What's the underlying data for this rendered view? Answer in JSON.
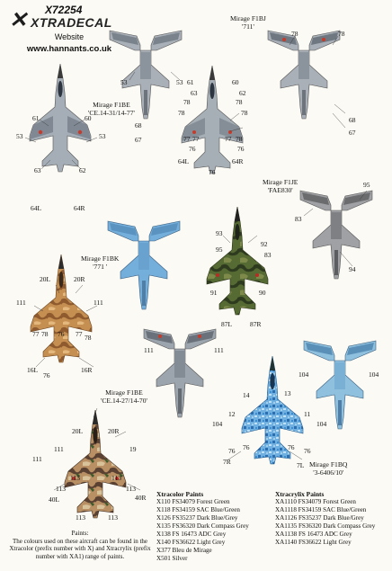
{
  "header": {
    "product_code": "X72254",
    "brand": "XTRADECAL",
    "website_label": "Website",
    "website_url": "www.hannants.co.uk"
  },
  "aircraft": [
    {
      "id": "f1be_top",
      "title": "Mirage F1BE",
      "subtitle": "'CE.14-31/14-77'",
      "colors": {
        "main": "#a5aeb7",
        "accent": "#6f7781"
      }
    },
    {
      "id": "f1bj",
      "title": "Mirage F1BJ",
      "subtitle": "'711'",
      "colors": {
        "main": "#a7afb6",
        "accent": "#72797f"
      }
    },
    {
      "id": "f1je",
      "title": "Mirage F1JE",
      "subtitle": "'FAE830'",
      "colors": {
        "main": "#9fa1a4",
        "accent": "#6a6c6e"
      }
    },
    {
      "id": "f1bk",
      "title": "Mirage F1BK",
      "subtitle": "'771 '",
      "colors": {
        "main": "#d39a55",
        "accent": "#8b5a2b"
      }
    },
    {
      "id": "f1be_bottom",
      "title": "Mirage F1BE",
      "subtitle": "'CE.14-27/14-70'",
      "colors": {
        "main": "#b08a5e",
        "accent": "#5a4433"
      }
    },
    {
      "id": "f1bq",
      "title": "Mirage F1BQ",
      "subtitle": "'3-6406/10'",
      "colors": {
        "main": "#8fc1df",
        "accent": "#5a8fb7"
      }
    }
  ],
  "colors": {
    "blue_plan": "#74aedb",
    "blue_digital": "#3f8fcf",
    "green_camo": "#4f5c33",
    "grey_plan": "#a9b0b8",
    "dark_nose": "#3a3a3a"
  },
  "callouts": {
    "n53a": "53",
    "n53b": "53",
    "n61": "61",
    "n60": "60",
    "n62a": "62",
    "n63": "63",
    "n78a": "78",
    "n78b": "78",
    "n78c": "78",
    "n78d": "78",
    "n68a": "68",
    "n67a": "67",
    "n77a": "77",
    "n77b": "77",
    "n77c": "77",
    "n78e": "78",
    "n76a": "76",
    "n76b": "76",
    "n64La": "64L",
    "n64Ra": "64R",
    "n76c": "76",
    "n78f": "78",
    "n78g": "78",
    "n68b": "68",
    "n67b": "67",
    "n61b": "61",
    "n60b": "60",
    "n53c": "53",
    "n53d": "53",
    "n63b": "63",
    "n62b": "62",
    "n64Lb": "64L",
    "n64Rb": "64R",
    "n95a": "95",
    "n83a": "83",
    "n94": "94",
    "n93": "93",
    "n95b": "95",
    "n92": "92",
    "n83b": "83",
    "n91": "91",
    "n90": "90",
    "n87L": "87L",
    "n87R": "87R",
    "n20La": "20L",
    "n20Ra": "20R",
    "n111a": "111",
    "n111b": "111",
    "n77d": "77",
    "n78h": "78",
    "n76d": "76",
    "n77e": "77",
    "n78i": "78",
    "n16L": "16L",
    "n76e": "76",
    "n16R": "16R",
    "n111c": "111",
    "n111d": "111",
    "n14": "14",
    "n13": "13",
    "n104a": "104",
    "n12": "12",
    "n11": "11",
    "n104b": "104",
    "n76f": "76",
    "n76g": "76",
    "n76h": "76",
    "n76i": "76",
    "n7R": "7R",
    "n7L": "7L",
    "n104c": "104",
    "n104d": "104",
    "n20Lb": "20L",
    "n20Rb": "20R",
    "n111e": "111",
    "n111f": "111",
    "n19": "19",
    "n113a": "113",
    "n113b": "113",
    "n113c": "113",
    "n113d": "113",
    "n40L": "40L",
    "n40R": "40R",
    "n113e": "113",
    "n113f": "113"
  },
  "paints": {
    "xtracolor_title": "Xtracolor Paints",
    "xtracolor": [
      "X110 FS34079 Forest Green",
      "X118 FS34159 SAC Blue/Green",
      "X126 FS35237 Dark Blue/Grey",
      "X135 FS36320 Dark Compass Grey",
      "X138 FS 16473 ADC Grey",
      "X140 FS36622 Light Grey",
      "X377 Bleu de Mirage",
      "X501 Silver"
    ],
    "xtracrylix_title": "Xtracrylix Paints",
    "xtracrylix": [
      "XA1110 FS34079 Forest Green",
      "XA1118 FS34159 SAC Blue/Green",
      "XA1126 FS35237 Dark Blue/Grey",
      "XA1135 FS36320 Dark Compass Grey",
      "XA1138 FS 16473 ADC Grey",
      "XA1140 FS36622 Light Grey"
    ]
  },
  "note": {
    "heading": "Paints:",
    "body": "The colours used on these aircraft can be found in the Xtracolor (prefix number with X) and Xtracrylix (prefix number with XA1) range of paints."
  }
}
